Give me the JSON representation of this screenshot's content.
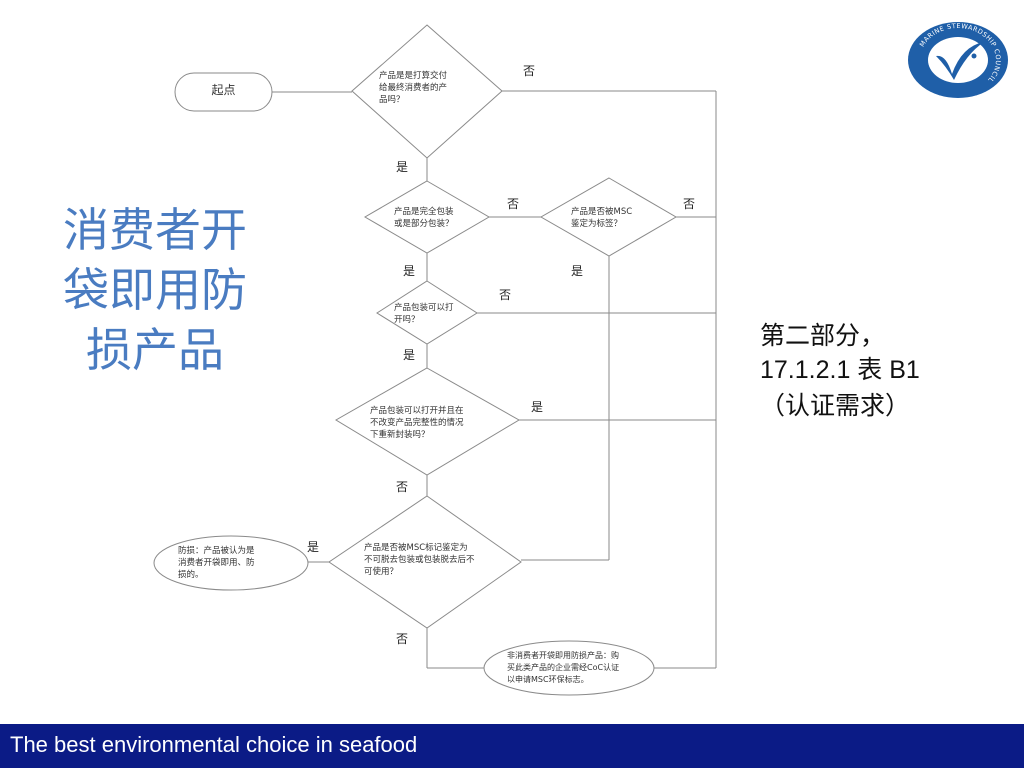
{
  "diagram": {
    "nodes": {
      "start": "起点",
      "q1": [
        "产品是是打算交付",
        "给最终消费者的产",
        "品吗？"
      ],
      "q2": [
        "产品是完全包装",
        "或是部分包装？"
      ],
      "q3": [
        "产品是否被MSC",
        "鉴定为标签？"
      ],
      "q4": [
        "产品包装可以打",
        "开吗？"
      ],
      "q5": [
        "产品包装可以打开并且在",
        "不改变产品完整性的情况",
        "下重新封装吗？"
      ],
      "q6": [
        "产品是否被MSC标记鉴定为",
        "不可脱去包装或包装脱去后不",
        "可使用？"
      ],
      "result_damaged": [
        "防损：产品被认为是",
        "消费者开袋即用、防",
        "损的。"
      ],
      "result_not_damaged": [
        "非消费者开袋即用防损产品：购",
        "买此类产品的企业需经CoC认证",
        "以申请MSC环保标志。"
      ]
    },
    "edge_labels": {
      "yes": "是",
      "no": "否"
    }
  },
  "title": [
    "消费者开",
    "袋即用防",
    "损产品"
  ],
  "reference": [
    "第二部分，",
    "17.1.2.1 表 B1",
    "（认证需求）"
  ],
  "footer": "The best environmental choice in seafood",
  "logo": {
    "ring_text": "MARINE STEWARDSHIP COUNCIL",
    "fill": "#1f5fa8"
  },
  "colors": {
    "title": "#4a7cc1",
    "footer_bg": "#0b1b86",
    "lines": "#888888"
  }
}
